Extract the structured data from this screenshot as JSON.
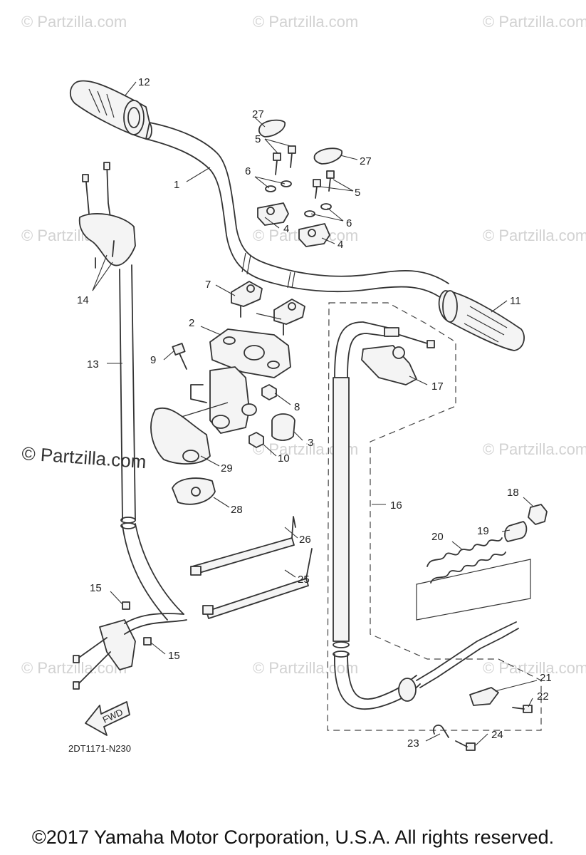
{
  "watermark": {
    "text": "© Partzilla.com",
    "large_text": "© Partzilla.com"
  },
  "diagram_code": "2DT1171-N230",
  "fwd_label": "FWD",
  "copyright": "©2017  Yamaha Motor Corporation, U.S.A. All rights reserved.",
  "callouts": [
    "1",
    "2",
    "3",
    "4",
    "4",
    "5",
    "5",
    "6",
    "6",
    "7",
    "8",
    "9",
    "10",
    "11",
    "12",
    "13",
    "14",
    "15",
    "15",
    "16",
    "17",
    "18",
    "19",
    "20",
    "21",
    "22",
    "23",
    "24",
    "25",
    "26",
    "27",
    "27",
    "28",
    "29"
  ]
}
